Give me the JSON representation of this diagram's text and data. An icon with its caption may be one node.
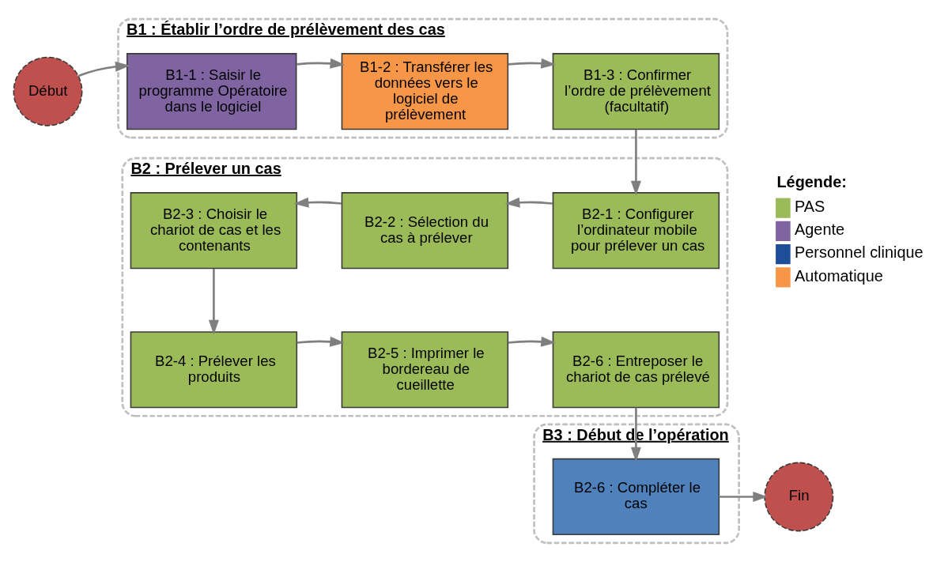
{
  "diagram": {
    "nodes": [
      {
        "text": [
          "Début"
        ]
      },
      {
        "text": [
          "B1 : Établir l’ordre de prélèvement des cas"
        ]
      },
      {
        "text": [
          "B1-1 : Saisir le programme Opératoire dans le logiciel"
        ],
        "in": 1
      },
      {
        "text": [
          "B1-2 : Transférer les données vers le logiciel de prélèvement"
        ],
        "in": 1
      },
      {
        "text": [
          "B1-3 : Confirmer l’ordre de prélèvement (facultatif)"
        ],
        "in": 1
      },
      {
        "text": [
          "B2 : Prélever un cas"
        ]
      },
      {
        "text": [
          "B2-3 : Choisir le chariot de cas et les contenants"
        ],
        "in": 5
      },
      {
        "text": [
          "B2-2 : Sélection du cas à prélever"
        ],
        "in": 5
      },
      {
        "text": [
          "B2-1 : Configurer l’ordinateur mobile pour prélever un cas"
        ],
        "in": 5
      },
      {
        "text": [
          "B2-4 : Prélever les produits"
        ],
        "in": 5
      },
      {
        "text": [
          "B2-5 : Imprimer le bordereau de cueillette"
        ],
        "in": 5
      },
      {
        "text": [
          "B2-6 : Entreposer le chariot de cas prélevé"
        ],
        "in": 5
      },
      {
        "text": [
          "Fin"
        ]
      },
      {
        "text": [
          "B3 : Début de l’opération"
        ]
      },
      {
        "text": [
          "B2-6 : Compléter le cas"
        ],
        "in": 13
      }
    ],
    "edges": [
      {
        "from": 0,
        "to": 2,
        "arrow": "to"
      },
      {
        "from": 2,
        "to": 3,
        "arrow": "to"
      },
      {
        "from": 3,
        "to": 4,
        "arrow": "to"
      },
      {
        "from": 4,
        "to": 8,
        "arrow": "to"
      },
      {
        "from": 8,
        "to": 7,
        "arrow": "to"
      },
      {
        "from": 7,
        "to": 6,
        "arrow": "to"
      },
      {
        "from": 6,
        "to": 9,
        "arrow": "to"
      },
      {
        "from": 9,
        "to": 10,
        "arrow": "to"
      },
      {
        "from": 10,
        "to": 11,
        "arrow": "to"
      },
      {
        "from": 11,
        "to": 14,
        "arrow": "to"
      },
      {
        "from": 14,
        "to": 12,
        "arrow": "to"
      }
    ],
    "labels": [
      "Légende:"
    ],
    "legend": [
      {
        "text": "PAS",
        "color": "#9bbb59"
      },
      {
        "text": "Agente",
        "color": "#8064a2"
      },
      {
        "text": "Personnel clinique",
        "color": "#1f4e99"
      },
      {
        "text": "Automatique",
        "color": "#f79646"
      }
    ]
  }
}
